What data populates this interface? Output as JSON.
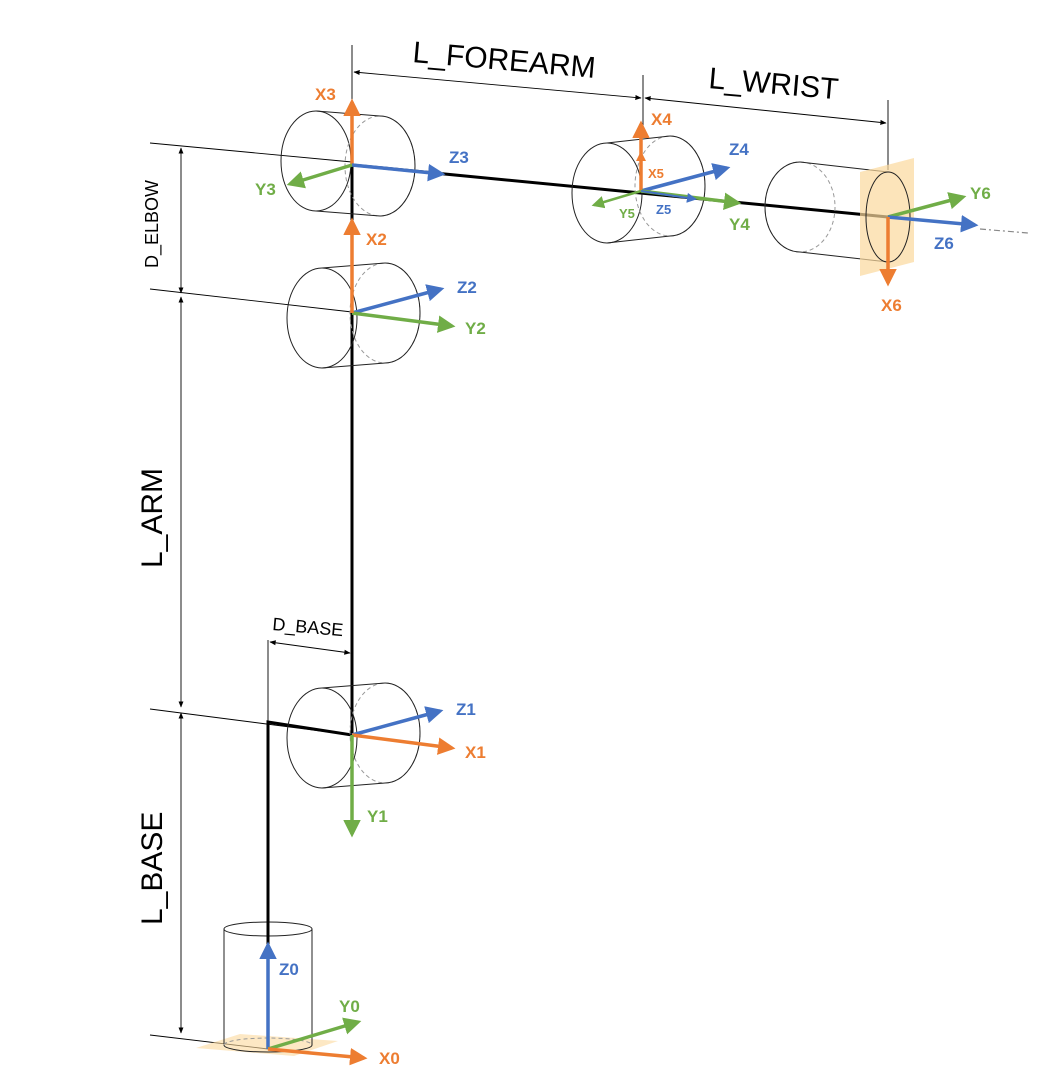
{
  "colors": {
    "x_axis": "#ED7D31",
    "y_axis": "#70AD47",
    "z_axis": "#4472C4",
    "plate": "#FBD89C"
  },
  "dimensions": {
    "l_forearm": "L_FOREARM",
    "l_wrist": "L_WRIST",
    "d_elbow": "D_ELBOW",
    "l_arm": "L_ARM",
    "d_base": "D_BASE",
    "l_base": "L_BASE"
  },
  "frames": {
    "f0": {
      "x": "X0",
      "y": "Y0",
      "z": "Z0"
    },
    "f1": {
      "x": "X1",
      "y": "Y1",
      "z": "Z1"
    },
    "f2": {
      "x": "X2",
      "y": "Y2",
      "z": "Z2"
    },
    "f3": {
      "x": "X3",
      "y": "Y3",
      "z": "Z3"
    },
    "f4": {
      "x": "X4",
      "y": "Y4",
      "z": "Z4"
    },
    "f5": {
      "x": "X5",
      "y": "Y5",
      "z": "Z5"
    },
    "f6": {
      "x": "X6",
      "y": "Y6",
      "z": "Z6"
    }
  }
}
